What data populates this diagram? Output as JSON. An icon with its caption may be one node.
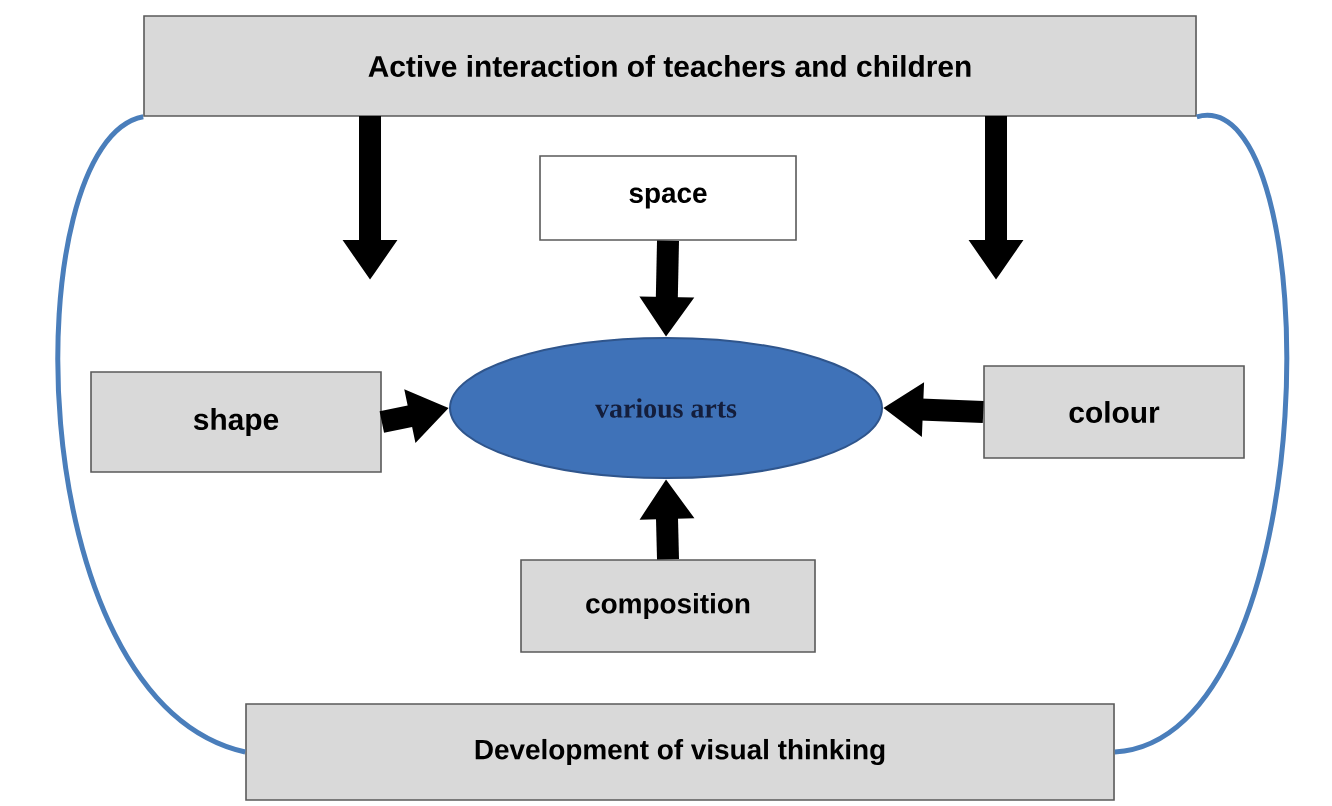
{
  "diagram": {
    "nodes": [
      {
        "text": [
          "Active interaction of teachers and children"
        ]
      },
      {
        "text": [
          "space"
        ]
      },
      {
        "text": [
          "shape"
        ]
      },
      {
        "text": [
          "various arts"
        ]
      },
      {
        "text": [
          "colour"
        ]
      },
      {
        "text": [
          "composition"
        ]
      },
      {
        "text": [
          "Development of visual thinking"
        ]
      }
    ],
    "edges": [
      {
        "from": 0,
        "to": null,
        "arrow": "to"
      },
      {
        "from": 0,
        "to": null,
        "arrow": "to"
      },
      {
        "from": 1,
        "to": 3,
        "arrow": "to"
      },
      {
        "from": 2,
        "to": 3,
        "arrow": "to"
      },
      {
        "from": 4,
        "to": 3,
        "arrow": "to"
      },
      {
        "from": 5,
        "to": 3,
        "arrow": "to"
      },
      {
        "from": 0,
        "to": 6,
        "arrow": "none",
        "color": "#4a7ebb"
      },
      {
        "from": 0,
        "to": 6,
        "arrow": "none",
        "color": "#4a7ebb"
      }
    ]
  }
}
